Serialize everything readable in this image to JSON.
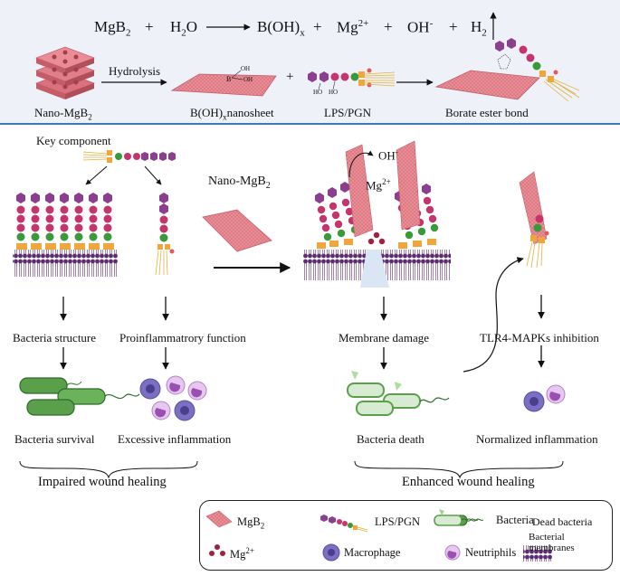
{
  "colors": {
    "top_bg": "#eef1f8",
    "divider": "#3a78b8",
    "sheet": "#e78a92",
    "lps_purple": "#8a3f8f",
    "lps_magenta": "#c4356b",
    "lps_green": "#3a9a3a",
    "lps_orange": "#f0a63a",
    "membrane": "#5b2c6f",
    "bacteria_green": "#5aa04a",
    "macrophage": "#7b6fc4",
    "neutrophil": "#c98ad6"
  },
  "equation": {
    "mgb2": "MgB",
    "mgb2_sub": "2",
    "plus1": "+",
    "h2o": "H",
    "h2o_sub": "2",
    "h2o_o": "O",
    "boh": "B(OH)",
    "boh_sub": "x",
    "plus2": "+",
    "mg": "Mg",
    "mg_sup": "2+",
    "plus3": "+",
    "oh": "OH",
    "oh_sup": "-",
    "plus4": "+",
    "h2": "H",
    "h2_sub": "2"
  },
  "top_row": {
    "nano_mgb2": "Nano-MgB",
    "nano_mgb2_sub": "2",
    "hydrolysis": "Hydrolysis",
    "boh_nanosheet_a": "B(OH)",
    "boh_nanosheet_sub": "x",
    "boh_nanosheet_b": "nanosheet",
    "plus": "+",
    "lps_pgn": "LPS/PGN",
    "borate": "Borate ester bond",
    "b_label": "B",
    "oh_label1": "OH",
    "oh_label2": "OH",
    "ho_label1": "HO",
    "ho_label2": "HO"
  },
  "middle": {
    "key_component": "Key component",
    "nano_mgb2": "Nano-MgB",
    "nano_mgb2_sub": "2",
    "oh_minus": "OH",
    "oh_minus_sup": "-",
    "mg2": "Mg",
    "mg2_sup": "2+",
    "bacteria_structure": "Bacteria structure",
    "proinflammatory": "Proinflammatrory function",
    "membrane_damage": "Membrane damage",
    "tlr4": "TLR4-MAPKs inhibition",
    "bacteria_survival": "Bacteria survival",
    "excessive_inflammation": "Excessive inflammation",
    "bacteria_death": "Bacteria death",
    "normalized_inflammation": "Normalized inflammation",
    "impaired": "Impaired wound healing",
    "enhanced": "Enhanced wound healing"
  },
  "legend": {
    "mgb2": "MgB",
    "mgb2_sub": "2",
    "lps_pgn": "LPS/PGN",
    "bacteria": "Bacteria",
    "dead_bacteria": "Dead bacteria",
    "mg2": "Mg",
    "mg2_sup": "2+",
    "macrophage": "Macrophage",
    "neutriphils": "Neutriphils",
    "bacterial_membranes": "Bacterial membranes"
  }
}
